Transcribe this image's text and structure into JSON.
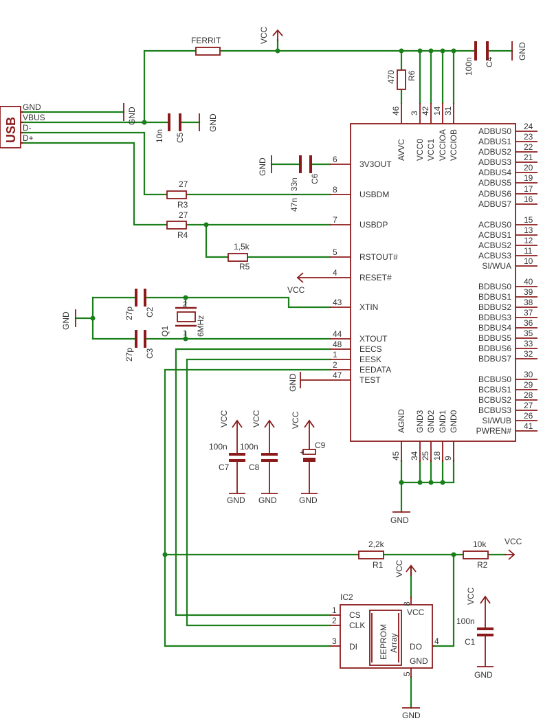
{
  "usb": {
    "label": "USB",
    "pins": [
      "GND",
      "VBUS",
      "D-",
      "D+"
    ]
  },
  "labels": {
    "ferrite": "FERRIT",
    "vcc": "VCC",
    "gnd": "GND",
    "r6_value": "470",
    "r6_name": "R6",
    "c4_value": "100n",
    "c4_name": "C4",
    "c5_value": "10n",
    "c5_name": "C5",
    "c6_value": "47n | 33n",
    "c6_name": "C6",
    "r3_value": "27",
    "r3_name": "R3",
    "r4_value": "27",
    "r4_name": "R4",
    "r5_value": "1,5k",
    "r5_name": "R5",
    "c2_value": "27p",
    "c2_name": "C2",
    "c3_value": "27p",
    "c3_name": "C3",
    "q1_name": "Q1",
    "q1_value": "6MHz",
    "c7_value": "100n",
    "c7_name": "C7",
    "c8_value": "100n",
    "c8_name": "C8",
    "c9_name": "C9",
    "c9_plus": "+",
    "r1_value": "2,2k",
    "r1_name": "R1",
    "r2_value": "10k",
    "r2_name": "R2",
    "c1_value": "100n",
    "c1_name": "C1",
    "ic2_name": "IC2",
    "eeprom_line1": "EEPROM",
    "eeprom_line2": "Array"
  },
  "ic1": {
    "top_pins": [
      {
        "label": "AVVC",
        "num": "46"
      },
      {
        "label": "VCC0",
        "num": "3"
      },
      {
        "label": "VCC1",
        "num": "42"
      },
      {
        "label": "VCCIOA",
        "num": "14"
      },
      {
        "label": "VCCIOB",
        "num": "31"
      }
    ],
    "left_pins": [
      {
        "label": "3V3OUT",
        "num": "6"
      },
      {
        "label": "USBDM",
        "num": "8"
      },
      {
        "label": "USBDP",
        "num": "7"
      },
      {
        "label": "RSTOUT#",
        "num": "5"
      },
      {
        "label": "RESET#",
        "num": "4"
      },
      {
        "label": "XTIN",
        "num": "43"
      },
      {
        "label": "XTOUT",
        "num": "44"
      },
      {
        "label": "EECS",
        "num": "48"
      },
      {
        "label": "EESK",
        "num": "1"
      },
      {
        "label": "EEDATA",
        "num": "2"
      },
      {
        "label": "TEST",
        "num": "47"
      }
    ],
    "right_pins": [
      {
        "label": "ADBUS0",
        "num": "24"
      },
      {
        "label": "ADBUS1",
        "num": "23"
      },
      {
        "label": "ADBUS2",
        "num": "22"
      },
      {
        "label": "ADBUS3",
        "num": "21"
      },
      {
        "label": "ADBUS4",
        "num": "20"
      },
      {
        "label": "ADBUS5",
        "num": "19"
      },
      {
        "label": "ADBUS6",
        "num": "17"
      },
      {
        "label": "ADBUS7",
        "num": "16"
      },
      {
        "label": "ACBUS0",
        "num": "15"
      },
      {
        "label": "ACBUS1",
        "num": "13"
      },
      {
        "label": "ACBUS2",
        "num": "12"
      },
      {
        "label": "ACBUS3",
        "num": "11"
      },
      {
        "label": "SI/WUA",
        "num": "10"
      },
      {
        "label": "BDBUS0",
        "num": "40"
      },
      {
        "label": "BDBUS1",
        "num": "39"
      },
      {
        "label": "BDBUS2",
        "num": "38"
      },
      {
        "label": "BDBUS3",
        "num": "37"
      },
      {
        "label": "BDBUS4",
        "num": "36"
      },
      {
        "label": "BDBUS5",
        "num": "35"
      },
      {
        "label": "BDBUS6",
        "num": "33"
      },
      {
        "label": "BDBUS7",
        "num": "32"
      },
      {
        "label": "BCBUS0",
        "num": "30"
      },
      {
        "label": "BCBUS1",
        "num": "29"
      },
      {
        "label": "BCBUS2",
        "num": "28"
      },
      {
        "label": "BCBUS3",
        "num": "27"
      },
      {
        "label": "SI/WUB",
        "num": "26"
      },
      {
        "label": "PWREN#",
        "num": "41"
      }
    ],
    "bottom_pins": [
      {
        "label": "AGND",
        "num": "45"
      },
      {
        "label": "GND3",
        "num": "34"
      },
      {
        "label": "GND2",
        "num": "25"
      },
      {
        "label": "GND1",
        "num": "18"
      },
      {
        "label": "GND0",
        "num": "9"
      }
    ]
  },
  "ic2": {
    "pins": [
      {
        "label": "CS",
        "num": "1"
      },
      {
        "label": "CLK",
        "num": "2"
      },
      {
        "label": "DI",
        "num": "3"
      },
      {
        "label": "VCC",
        "num": "8"
      },
      {
        "label": "DO",
        "num": "4"
      },
      {
        "label": "GND",
        "num": "5"
      }
    ]
  }
}
